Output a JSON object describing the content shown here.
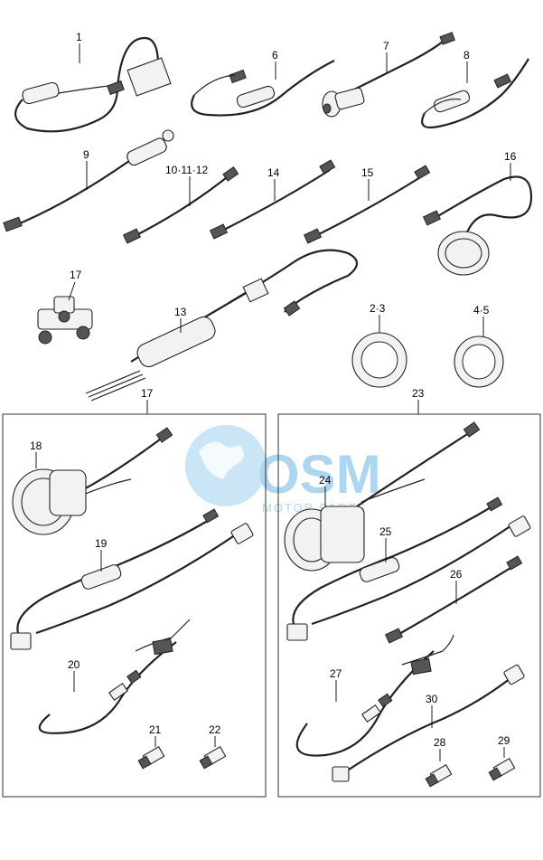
{
  "diagram": {
    "watermark": {
      "letters": "OSM",
      "subtext": "MOTOR PARTS",
      "color": "#6fb6e4"
    },
    "callouts": {
      "c1": "1",
      "c6": "6",
      "c7": "7",
      "c8": "8",
      "c9": "9",
      "c10": "10·11·12",
      "c14": "14",
      "c15": "15",
      "c16": "16",
      "c17a": "17",
      "c13": "13",
      "c2": "2·3",
      "c4": "4·5",
      "c17b": "17",
      "c23": "23",
      "c18": "18",
      "c19": "19",
      "c20": "20",
      "c21": "21",
      "c22": "22",
      "c24": "24",
      "c25": "25",
      "c26": "26",
      "c27": "27",
      "c30": "30",
      "c28": "28",
      "c29": "29"
    }
  }
}
